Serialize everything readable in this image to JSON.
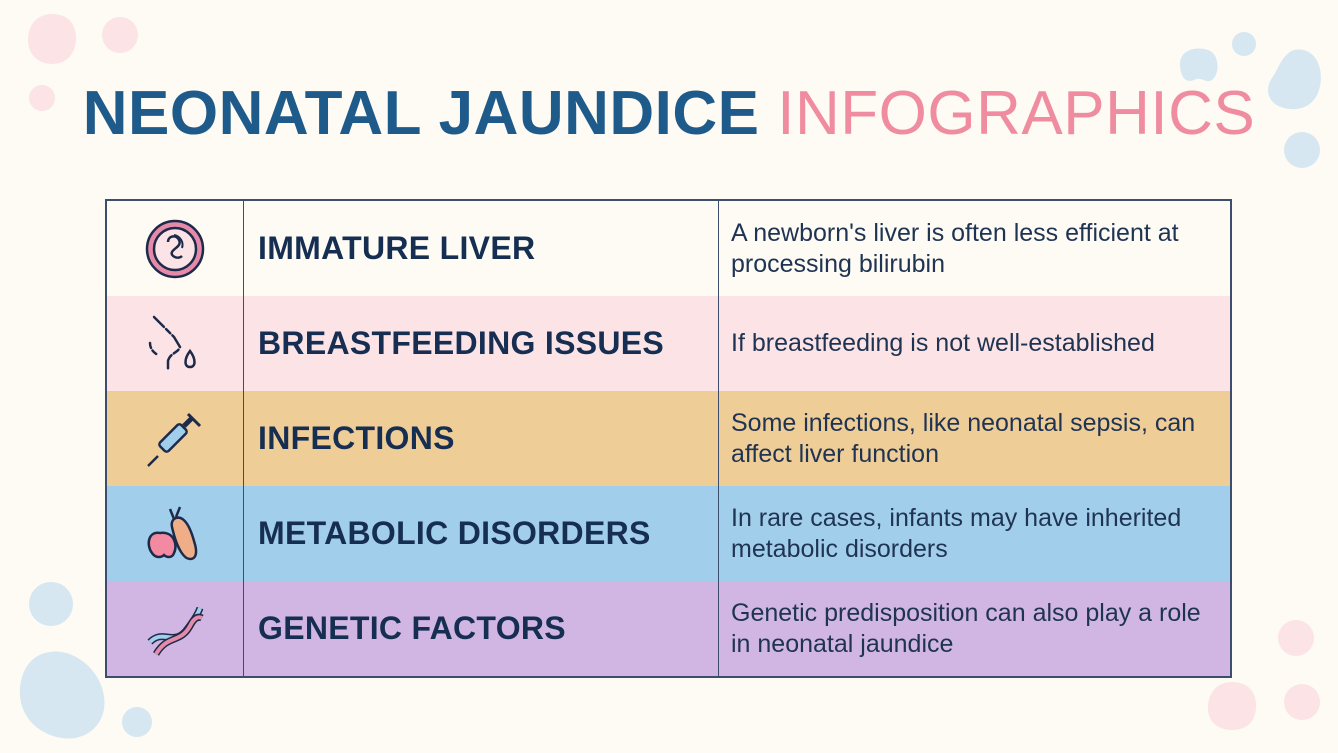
{
  "title": {
    "part1": "NEONATAL JAUNDICE",
    "part2": "INFOGRAPHICS"
  },
  "colors": {
    "title_primary": "#1f5b8a",
    "title_accent": "#f08ca0",
    "background": "#fdfbf3",
    "border": "#3d4d6e"
  },
  "rows": [
    {
      "icon": "fetus-icon",
      "name": "IMMATURE LIVER",
      "description": " A newborn's liver is often less efficient at processing bilirubin",
      "bg": "#fdfbf3"
    },
    {
      "icon": "breastfeeding-icon",
      "name": "BREASTFEEDING ISSUES",
      "description": "If breastfeeding is not well-established",
      "bg": "#fce4e6"
    },
    {
      "icon": "syringe-icon",
      "name": "INFECTIONS",
      "description": "Some infections, like neonatal sepsis, can affect liver function",
      "bg": "#efcd97"
    },
    {
      "icon": "apple-carrot-icon",
      "name": "METABOLIC DISORDERS",
      "description": "In rare cases, infants may have inherited metabolic disorders",
      "bg": "#a1ceeb"
    },
    {
      "icon": "dna-icon",
      "name": "GENETIC FACTORS",
      "description": "Genetic predisposition can also play a role in neonatal jaundice",
      "bg": "#d1b6e3"
    }
  ]
}
